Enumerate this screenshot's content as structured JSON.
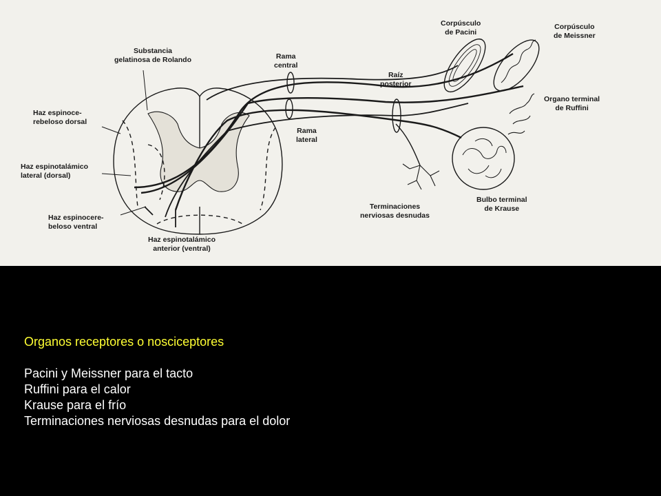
{
  "diagram": {
    "labels": {
      "substancia": [
        "Substancia",
        "gelatinosa de Rolando"
      ],
      "rama_central": [
        "Rama",
        "central"
      ],
      "raiz_posterior": [
        "Raíz",
        "posterior"
      ],
      "pacini": [
        "Corpúsculo",
        "de Pacini"
      ],
      "meissner": [
        "Corpúsculo",
        "de Meissner"
      ],
      "ruffini": [
        "Organo terminal",
        "de Ruffini"
      ],
      "haz_dorsal": [
        "Haz espinoce-",
        "rebeloso dorsal"
      ],
      "haz_espinotalamico_lateral": [
        "Haz espinotalámico",
        "lateral (dorsal)"
      ],
      "rama_lateral": [
        "Rama",
        "lateral"
      ],
      "haz_ventral": [
        "Haz espinocere-",
        "beloso ventral"
      ],
      "haz_anterior": [
        "Haz espinotalámico",
        "anterior (ventral)"
      ],
      "terminaciones": [
        "Terminaciones",
        "nerviosas desnudas"
      ],
      "krause": [
        "Bulbo terminal",
        "de Krause"
      ]
    }
  },
  "caption": {
    "title": "Organos receptores o nosciceptores",
    "lines": [
      "Pacini y Meissner para el tacto",
      "Ruffini para el calor",
      "Krause para el frío",
      "Terminaciones nerviosas desnudas para el dolor"
    ]
  }
}
